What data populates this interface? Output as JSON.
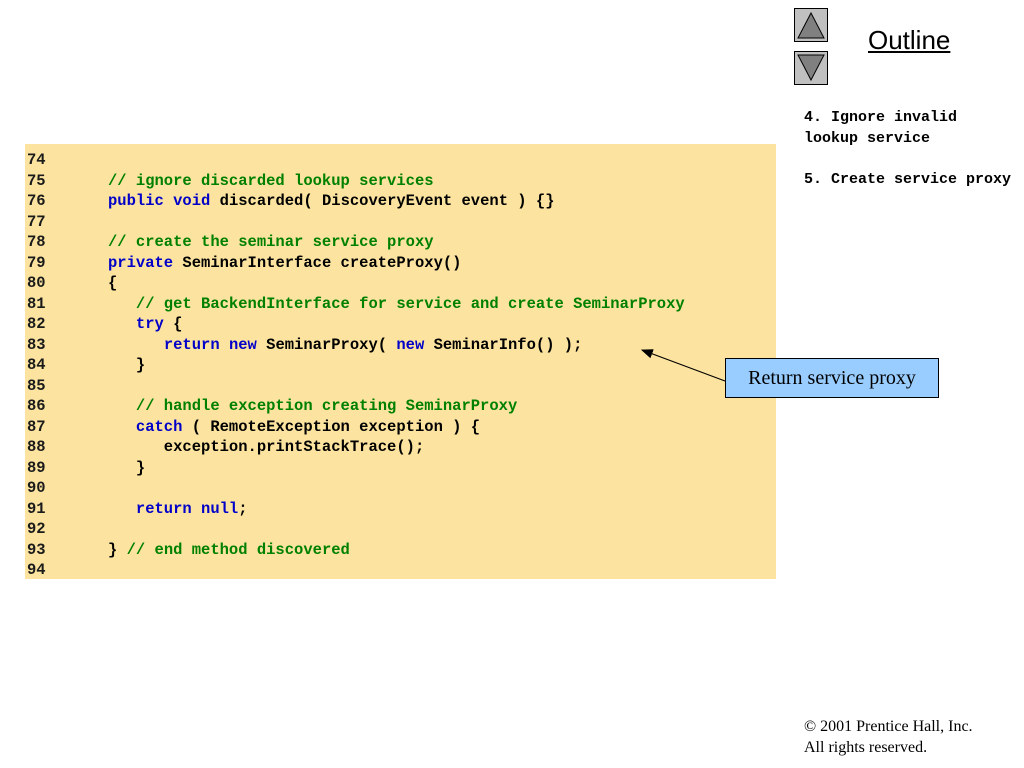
{
  "nav": {
    "up_icon": "triangle-up-icon",
    "down_icon": "triangle-down-icon",
    "outline_label": "Outline"
  },
  "side_notes": [
    "4. Ignore invalid lookup service",
    "5. Create service proxy"
  ],
  "callout": "Return service proxy",
  "footer": {
    "copyright": "© 2001 Prentice Hall, Inc.",
    "rights": "All rights reserved."
  },
  "code_lines": [
    {
      "num": "74",
      "tokens": []
    },
    {
      "num": "75",
      "tokens": [
        {
          "t": "// ignore discarded lookup services",
          "c": "cm"
        }
      ]
    },
    {
      "num": "76",
      "tokens": [
        {
          "t": "public",
          "c": "kw"
        },
        {
          "t": " ",
          "c": ""
        },
        {
          "t": "void",
          "c": "kw"
        },
        {
          "t": " discarded( DiscoveryEvent event ) {}",
          "c": ""
        }
      ]
    },
    {
      "num": "77",
      "tokens": []
    },
    {
      "num": "78",
      "tokens": [
        {
          "t": "// create the seminar service proxy",
          "c": "cm"
        }
      ]
    },
    {
      "num": "79",
      "tokens": [
        {
          "t": "private",
          "c": "kw"
        },
        {
          "t": " SeminarInterface createProxy()",
          "c": ""
        }
      ]
    },
    {
      "num": "80",
      "tokens": [
        {
          "t": "{",
          "c": ""
        }
      ]
    },
    {
      "num": "81",
      "tokens": [
        {
          "t": "   ",
          "c": ""
        },
        {
          "t": "// get BackendInterface for service and create SeminarProxy",
          "c": "cm"
        }
      ]
    },
    {
      "num": "82",
      "tokens": [
        {
          "t": "   ",
          "c": ""
        },
        {
          "t": "try",
          "c": "kw"
        },
        {
          "t": " {",
          "c": ""
        }
      ]
    },
    {
      "num": "83",
      "tokens": [
        {
          "t": "      ",
          "c": ""
        },
        {
          "t": "return",
          "c": "kw"
        },
        {
          "t": " ",
          "c": ""
        },
        {
          "t": "new",
          "c": "kw"
        },
        {
          "t": " SeminarProxy( ",
          "c": ""
        },
        {
          "t": "new",
          "c": "kw"
        },
        {
          "t": " SeminarInfo() );",
          "c": ""
        }
      ]
    },
    {
      "num": "84",
      "tokens": [
        {
          "t": "   }",
          "c": ""
        }
      ]
    },
    {
      "num": "85",
      "tokens": []
    },
    {
      "num": "86",
      "tokens": [
        {
          "t": "   ",
          "c": ""
        },
        {
          "t": "// handle exception creating SeminarProxy",
          "c": "cm"
        }
      ]
    },
    {
      "num": "87",
      "tokens": [
        {
          "t": "   ",
          "c": ""
        },
        {
          "t": "catch",
          "c": "kw"
        },
        {
          "t": " ( RemoteException exception ) {",
          "c": ""
        }
      ]
    },
    {
      "num": "88",
      "tokens": [
        {
          "t": "      exception.printStackTrace();",
          "c": ""
        }
      ]
    },
    {
      "num": "89",
      "tokens": [
        {
          "t": "   }",
          "c": ""
        }
      ]
    },
    {
      "num": "90",
      "tokens": []
    },
    {
      "num": "91",
      "tokens": [
        {
          "t": "   ",
          "c": ""
        },
        {
          "t": "return",
          "c": "kw"
        },
        {
          "t": " ",
          "c": ""
        },
        {
          "t": "null",
          "c": "kw"
        },
        {
          "t": ";",
          "c": ""
        }
      ]
    },
    {
      "num": "92",
      "tokens": []
    },
    {
      "num": "93",
      "tokens": [
        {
          "t": "} ",
          "c": ""
        },
        {
          "t": "// end method discovered",
          "c": "cm"
        }
      ]
    },
    {
      "num": "94",
      "tokens": []
    }
  ],
  "colors": {
    "code_background": "#fce4a0",
    "keyword": "#0000c8",
    "comment": "#008000",
    "callout_background": "#99ccff"
  }
}
